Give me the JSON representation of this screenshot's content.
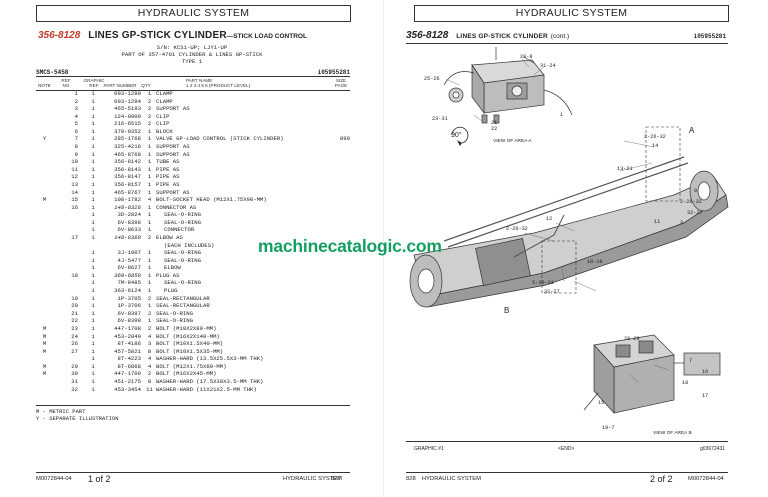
{
  "header_label": "HYDRAULIC SYSTEM",
  "left": {
    "part_number": "356-8128",
    "title": "LINES GP-STICK CYLINDER",
    "title_suffix": "—STICK LOAD CONTROL",
    "serial": "S/N: KCS1-UP; LJY1-UP",
    "part_of": "PART OF 357-4701 CYLINDER & LINES GP-STICK",
    "type": "TYPE 1",
    "smcs": "SMCS-5458",
    "doc_id": "i05955281",
    "columns": {
      "note": "NOTE",
      "ref": [
        "REF",
        "NO"
      ],
      "graphic": [
        "GRAPHIC",
        "REF"
      ],
      "part_no": "PART NUMBER",
      "qty": "QTY",
      "part_name": [
        "PART NAME",
        "1 2 3 4 5 6  (PRODUCT LEVEL)"
      ],
      "size": [
        "SIZE",
        "PAGE"
      ]
    },
    "rows": [
      {
        "note": "",
        "ref": "1",
        "g": "1",
        "pn": "093-1290",
        "qty": "1",
        "name": "CLAMP",
        "size": ""
      },
      {
        "note": "",
        "ref": "2",
        "g": "1",
        "pn": "093-1294",
        "qty": "2",
        "name": "CLAMP",
        "size": ""
      },
      {
        "note": "",
        "ref": "3",
        "g": "1",
        "pn": "465-5193",
        "qty": "2",
        "name": "SUPPORT AS",
        "size": ""
      },
      {
        "note": "",
        "ref": "4",
        "g": "1",
        "pn": "124-0909",
        "qty": "2",
        "name": "CLIP",
        "size": ""
      },
      {
        "note": "",
        "ref": "5",
        "g": "1",
        "pn": "216-6515",
        "qty": "2",
        "name": "CLIP",
        "size": ""
      },
      {
        "note": "",
        "ref": "6",
        "g": "1",
        "pn": "370-9352",
        "qty": "1",
        "name": "BLOCK",
        "size": ""
      },
      {
        "note": "Y",
        "ref": "7",
        "g": "1",
        "pn": "285-1768",
        "qty": "1",
        "name": "VALVE GP-LOAD CONTROL (STICK CYLINDER)",
        "size": "890"
      },
      {
        "note": "",
        "ref": "8",
        "g": "1",
        "pn": "325-4216",
        "qty": "1",
        "name": "SUPPORT AS",
        "size": ""
      },
      {
        "note": "",
        "ref": "9",
        "g": "1",
        "pn": "465-8768",
        "qty": "1",
        "name": "SUPPORT AS",
        "size": ""
      },
      {
        "note": "",
        "ref": "10",
        "g": "1",
        "pn": "356-8142",
        "qty": "1",
        "name": "TUBE AS",
        "size": ""
      },
      {
        "note": "",
        "ref": "11",
        "g": "1",
        "pn": "356-8143",
        "qty": "1",
        "name": "PIPE AS",
        "size": ""
      },
      {
        "note": "",
        "ref": "12",
        "g": "1",
        "pn": "356-8147",
        "qty": "1",
        "name": "PIPE AS",
        "size": ""
      },
      {
        "note": "",
        "ref": "13",
        "g": "1",
        "pn": "356-8157",
        "qty": "1",
        "name": "PIPE AS",
        "size": ""
      },
      {
        "note": "",
        "ref": "14",
        "g": "1",
        "pn": "465-8767",
        "qty": "1",
        "name": "SUPPORT AS",
        "size": ""
      },
      {
        "note": "M",
        "ref": "15",
        "g": "1",
        "pn": "108-1782",
        "qty": "4",
        "name": "BOLT-SOCKET HEAD (M12X1.75X90-MM)",
        "size": ""
      },
      {
        "note": "",
        "ref": "16",
        "g": "1",
        "pn": "148-8328",
        "qty": "1",
        "name": "CONNECTOR AS",
        "size": "",
        "italic": true
      },
      {
        "note": "",
        "ref": "",
        "g": "1",
        "pn": "3D-2824",
        "qty": "1",
        "name": "SEAL-O-RING",
        "size": "",
        "indent": 2
      },
      {
        "note": "",
        "ref": "",
        "g": "1",
        "pn": "6V-8398",
        "qty": "1",
        "name": "SEAL-O-RING",
        "size": "",
        "indent": 2
      },
      {
        "note": "",
        "ref": "",
        "g": "1",
        "pn": "6V-8633",
        "qty": "1",
        "name": "CONNECTOR",
        "size": "",
        "indent": 2
      },
      {
        "note": "",
        "ref": "17",
        "g": "1",
        "pn": "148-8368",
        "qty": "2",
        "name": "ELBOW AS",
        "size": "",
        "italic": true
      },
      {
        "note": "",
        "ref": "",
        "g": "",
        "pn": "",
        "qty": "",
        "name": "(EACH INCLUDES)",
        "size": "",
        "indent": 2
      },
      {
        "note": "",
        "ref": "",
        "g": "1",
        "pn": "3J-1907",
        "qty": "1",
        "name": "SEAL-O-RING",
        "size": "",
        "indent": 2
      },
      {
        "note": "",
        "ref": "",
        "g": "1",
        "pn": "4J-5477",
        "qty": "1",
        "name": "SEAL-O-RING",
        "size": "",
        "indent": 2
      },
      {
        "note": "",
        "ref": "",
        "g": "1",
        "pn": "6V-8627",
        "qty": "1",
        "name": "ELBOW",
        "size": "",
        "indent": 2
      },
      {
        "note": "",
        "ref": "18",
        "g": "1",
        "pn": "369-6858",
        "qty": "1",
        "name": "PLUG AS",
        "size": "",
        "italic": true
      },
      {
        "note": "",
        "ref": "",
        "g": "1",
        "pn": "7M-8485",
        "qty": "1",
        "name": "SEAL-O-RING",
        "size": "",
        "indent": 2
      },
      {
        "note": "",
        "ref": "",
        "g": "1",
        "pn": "363-6124",
        "qty": "1",
        "name": "PLUG",
        "size": "",
        "indent": 2
      },
      {
        "note": "",
        "ref": "19",
        "g": "1",
        "pn": "1P-3705",
        "qty": "2",
        "name": "SEAL-RECTANGULAR",
        "size": ""
      },
      {
        "note": "",
        "ref": "20",
        "g": "1",
        "pn": "1P-3706",
        "qty": "1",
        "name": "SEAL-RECTANGULAR",
        "size": ""
      },
      {
        "note": "",
        "ref": "21",
        "g": "1",
        "pn": "6V-8397",
        "qty": "2",
        "name": "SEAL-O-RING",
        "size": ""
      },
      {
        "note": "",
        "ref": "22",
        "g": "1",
        "pn": "6V-8398",
        "qty": "1",
        "name": "SEAL-O-RING",
        "size": ""
      },
      {
        "note": "M",
        "ref": "23",
        "g": "1",
        "pn": "447-1708",
        "qty": "2",
        "name": "BOLT (M10X2X80-MM)",
        "size": ""
      },
      {
        "note": "M",
        "ref": "24",
        "g": "1",
        "pn": "453-2840",
        "qty": "4",
        "name": "BOLT (M16X2X140-MM)",
        "size": ""
      },
      {
        "note": "M",
        "ref": "26",
        "g": "1",
        "pn": "8T-4186",
        "qty": "3",
        "name": "BOLT (M10X1.5X40-MM)",
        "size": ""
      },
      {
        "note": "M",
        "ref": "27",
        "g": "1",
        "pn": "457-5821",
        "qty": "8",
        "name": "BOLT (M10X1.5X35-MM)",
        "size": ""
      },
      {
        "note": "",
        "ref": "",
        "g": "1",
        "pn": "8T-4223",
        "qty": "4",
        "name": "WASHER-HARD (13.5X25.5X3-MM THK)",
        "size": ""
      },
      {
        "note": "M",
        "ref": "29",
        "g": "1",
        "pn": "8T-6868",
        "qty": "4",
        "name": "BOLT (M12X1.75X80-MM)",
        "size": ""
      },
      {
        "note": "M",
        "ref": "30",
        "g": "1",
        "pn": "447-1709",
        "qty": "2",
        "name": "BOLT (M16X2X45-MM)",
        "size": ""
      },
      {
        "note": "",
        "ref": "31",
        "g": "1",
        "pn": "451-2175",
        "qty": "8",
        "name": "WASHER-HARD (17.5X30X3.5-MM THK)",
        "size": ""
      },
      {
        "note": "",
        "ref": "32",
        "g": "1",
        "pn": "453-3454",
        "qty": "11",
        "name": "WASHER-HARD (11X21X2.5-MM THK)",
        "size": ""
      }
    ],
    "notes": [
      "M - METRIC PART",
      "Y - SEPARATE ILLUSTRATION"
    ],
    "footer": {
      "code": "M0072844-04",
      "page_of": "1 of 2",
      "section": "HYDRAULIC SYSTEM",
      "page_no": "827"
    }
  },
  "right": {
    "part_number": "356-8128",
    "title": "LINES GP-STICK CYLINDER",
    "title_suffix": "(cont.)",
    "doc_id": "i05955281",
    "callouts": {
      "c20_8": "20-8",
      "c31_24": "31-24",
      "c25_26": "25-26",
      "c1": "1",
      "c23_31": "23-31",
      "c21": "21",
      "c22": "22",
      "c90": "90°",
      "view_a": "VIEW OF AREA A",
      "letter_a": "A",
      "c2_26_32a": "2-26-32",
      "c14": "14",
      "c13_21": "13-21",
      "c9": "9",
      "c2_26_32b": "2-26-32",
      "c32_27a": "32-27",
      "c11": "11",
      "c3": "3",
      "c12": "12",
      "c2_26_32c": "2-26-32",
      "c10_19": "10-19",
      "c5_30_31": "5-30-31",
      "c32_27b": "32-27",
      "letter_b": "B",
      "c28_29": "28-29",
      "c7": "7",
      "c16": "16",
      "c18": "18",
      "c17": "17",
      "c15": "15",
      "c19_7": "19-7",
      "view_b": "VIEW OF AREA B"
    },
    "graphic_label": "GRAPHIC #1",
    "end_label": "<END>",
    "graphic_id": "g03672431",
    "footer": {
      "page_no": "828",
      "section": "HYDRAULIC SYSTEM",
      "page_of": "2 of 2",
      "code": "M0072844-04"
    }
  },
  "watermark": "machinecatalogic.com"
}
